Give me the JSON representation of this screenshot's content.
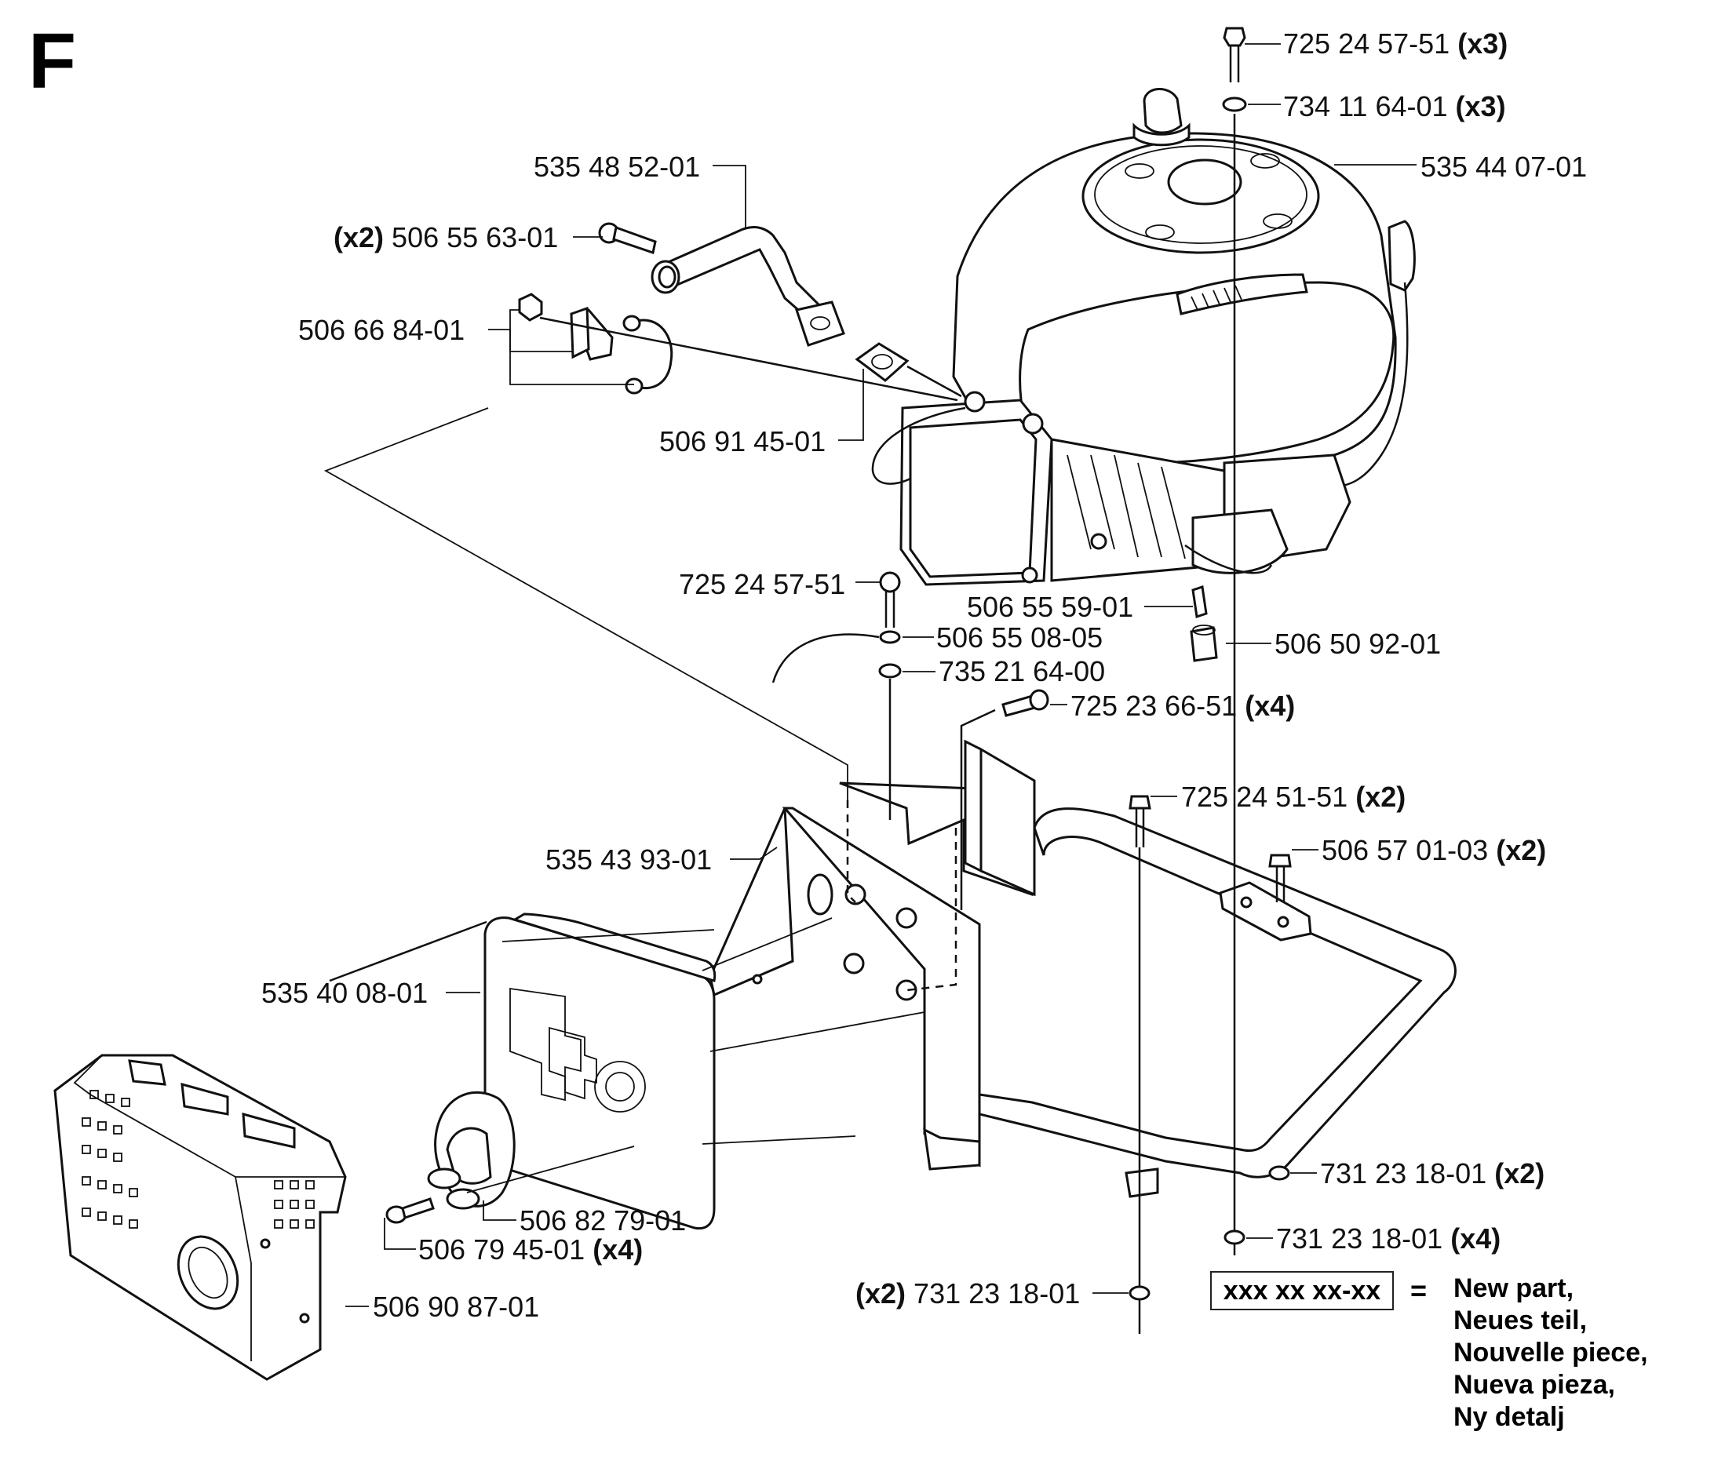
{
  "section_letter": "F",
  "labels": {
    "bolt_top": {
      "part": "725 24 57-51",
      "qty": "(x3)"
    },
    "washer_top": {
      "part": "734 11 64-01",
      "qty": "(x3)"
    },
    "engine": {
      "part": "535 44 07-01"
    },
    "exhaust_pipe": {
      "part": "535 48 52-01"
    },
    "screw_pipe": {
      "part": "506 55 63-01",
      "qty": "(x2)"
    },
    "clamp": {
      "part": "506 66 84-01"
    },
    "gasket": {
      "part": "506 91 45-01"
    },
    "bolt_ground": {
      "part": "725 24 57-51"
    },
    "key": {
      "part": "506 55 59-01"
    },
    "ground_washer": {
      "part": "506 55 08-05"
    },
    "spacer": {
      "part": "506 50 92-01"
    },
    "lock_washer": {
      "part": "735 21 64-00"
    },
    "bolt_bracket": {
      "part": "725 23 66-51",
      "qty": "(x4)"
    },
    "bolt_frame": {
      "part": "725 24 51-51",
      "qty": "(x2)"
    },
    "bolt_frame2": {
      "part": "506 57 01-03",
      "qty": "(x2)"
    },
    "bracket": {
      "part": "535 43 93-01"
    },
    "muffler": {
      "part": "535 40 08-01"
    },
    "nut_frame": {
      "part": "731 23 18-01",
      "qty": "(x2)"
    },
    "nut_engine": {
      "part": "731 23 18-01",
      "qty": "(x4)"
    },
    "deflector": {
      "part": "506 82 79-01"
    },
    "screw_guard": {
      "part": "506 79 45-01",
      "qty": "(x4)"
    },
    "nut_bottom": {
      "part": "731 23 18-01",
      "qty": "(x2)"
    },
    "guard": {
      "part": "506 90 87-01"
    }
  },
  "legend": {
    "box_text": "xxx xx xx-xx",
    "equals": "=",
    "lines": [
      "New part,",
      "Neues teil,",
      "Nouvelle piece,",
      "Nueva pieza,",
      "Ny detalj"
    ]
  }
}
